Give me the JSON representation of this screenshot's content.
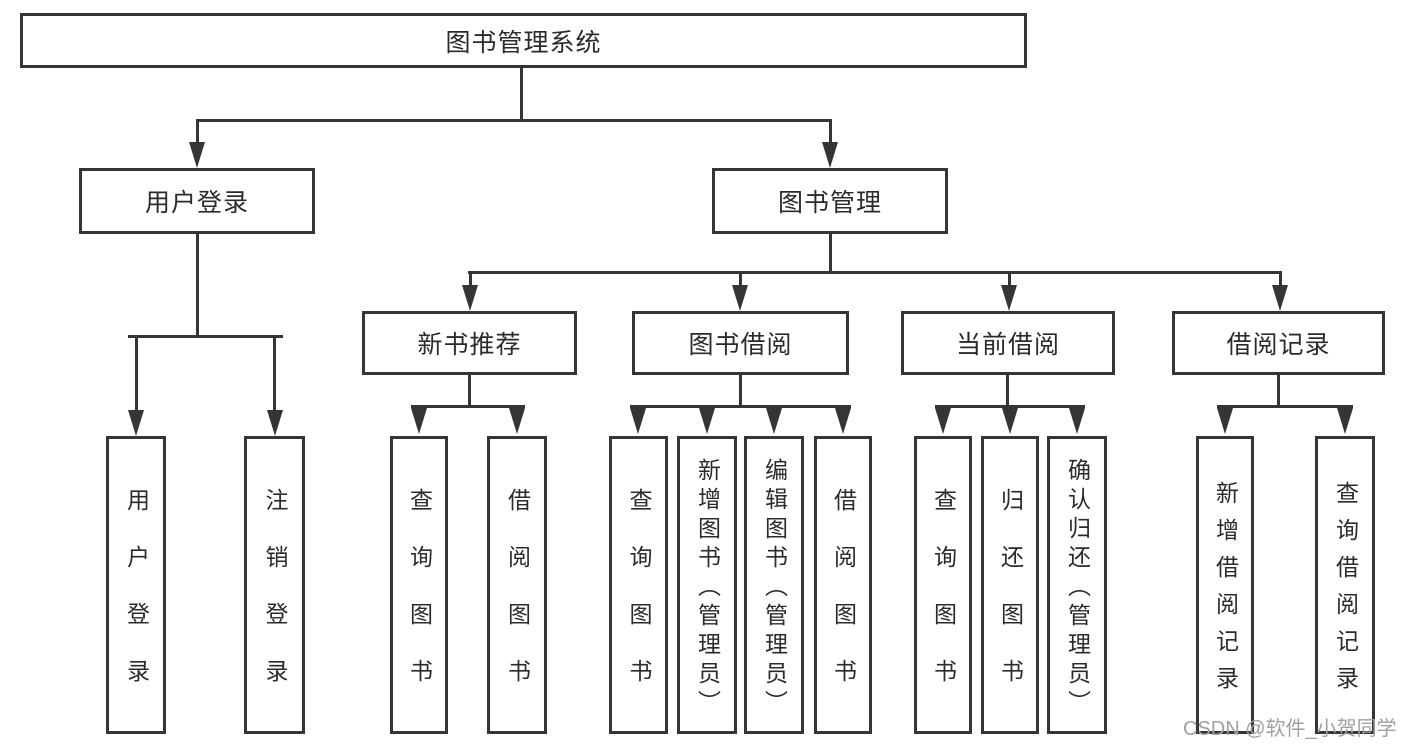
{
  "diagram": {
    "root_label": "图书管理系统",
    "level2": [
      {
        "label": "用户登录"
      },
      {
        "label": "图书管理"
      }
    ],
    "level3": [
      {
        "label": "新书推荐"
      },
      {
        "label": "图书借阅"
      },
      {
        "label": "当前借阅"
      },
      {
        "label": "借阅记录"
      }
    ],
    "leaves": {
      "user_login": [
        {
          "label": "用户登录"
        },
        {
          "label": "注销登录"
        }
      ],
      "new_books": [
        {
          "label": "查询图书"
        },
        {
          "label": "借阅图书"
        }
      ],
      "borrowing": [
        {
          "label": "查询图书"
        },
        {
          "label": "新增图书（管理员）"
        },
        {
          "label": "编辑图书（管理员）"
        },
        {
          "label": "借阅图书"
        }
      ],
      "current": [
        {
          "label": "查询图书"
        },
        {
          "label": "归还图书"
        },
        {
          "label": "确认归还（管理员）"
        }
      ],
      "records": [
        {
          "label": "新增借阅记录"
        },
        {
          "label": "查询借阅记录"
        }
      ]
    },
    "watermark": "CSDN @软件_小贺同学",
    "colors": {
      "line": "#353535",
      "text": "#2b2b2b",
      "watermark": "#a0a0a0",
      "background": "#ffffff"
    }
  }
}
